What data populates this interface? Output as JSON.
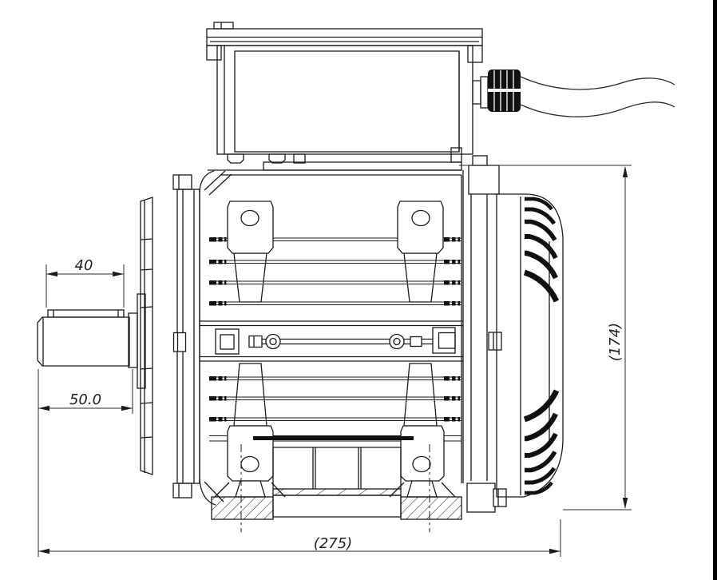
{
  "drawing": {
    "type": "cad-technical-drawing",
    "view": "electric-motor-side-view",
    "dimensions": {
      "key_length": "40",
      "shaft_length": "50.0",
      "overall_length": "(275)",
      "overall_height": "(174)"
    }
  },
  "colors": {
    "line": "#1a1a1a",
    "dim_line": "#2b2b2b",
    "fill_black": "#111111",
    "background": "#ffffff",
    "right_edge_bar": "#000000"
  }
}
